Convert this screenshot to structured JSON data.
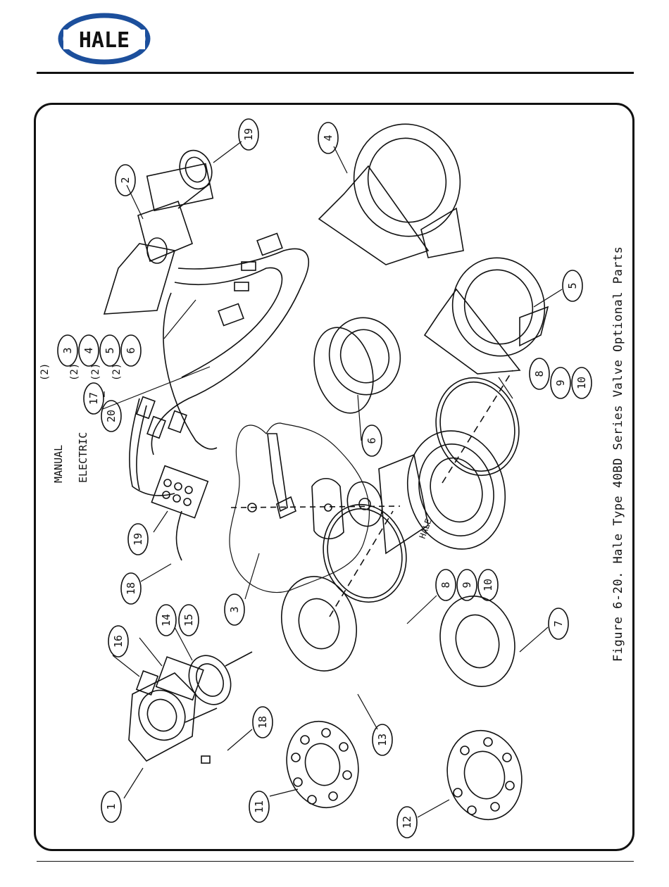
{
  "header": {
    "logo_text": "HALE",
    "brand_color": "#1c4f9c",
    "logo_text_color": "#111111"
  },
  "figure": {
    "caption": "Figure 6-20. Hale Type 40BD Series Valve Optional Parts",
    "callouts": [
      "1",
      "2",
      "3",
      "4",
      "5",
      "6",
      "7",
      "8",
      "9",
      "10",
      "11",
      "12",
      "13",
      "14",
      "15",
      "16",
      "17",
      "18",
      "19",
      "20"
    ],
    "qty_labels": [
      "(2)",
      "(2)",
      "(2)",
      "(2)"
    ],
    "callout_3": "3",
    "callout_4": "4",
    "callout_5": "5",
    "callout_6": "6",
    "callout_8": "8",
    "callout_9": "9",
    "callout_10": "10",
    "callout_18": "18",
    "callout_19": "19",
    "label_manual": "MANUAL",
    "label_electric": "ELECTRIC",
    "valve_brand": "HALE"
  }
}
